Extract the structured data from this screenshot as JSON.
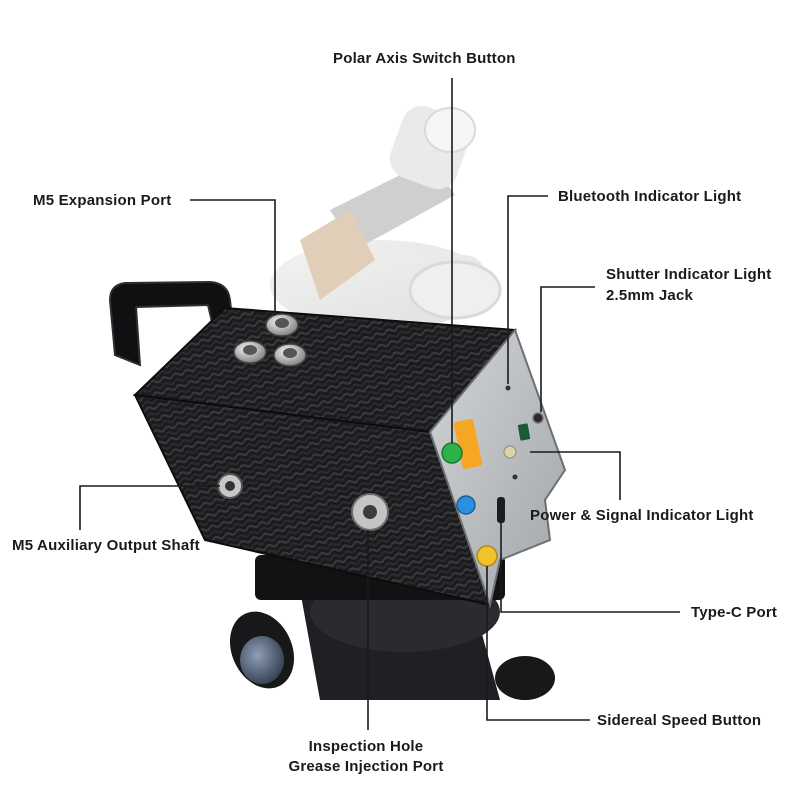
{
  "callouts": {
    "polar_axis_switch": "Polar Axis  Switch Button",
    "m5_expansion": "M5 Expansion Port",
    "bluetooth_light": "Bluetooth Indicator Light",
    "shutter_light": "Shutter Indicator Light",
    "jack": "2.5mm Jack",
    "m5_aux_shaft": "M5 Auxiliary Output Shaft",
    "power_signal_light": "Power & Signal Indicator Light",
    "type_c": "Type-C Port",
    "sidereal_button": "Sidereal Speed Button",
    "inspection_hole": "Inspection Hole",
    "grease_port": "Grease Injection Port"
  },
  "colors": {
    "polar_button": "#2bb34a",
    "speed_button_blue": "#2a8fe0",
    "sidereal_button": "#f2c12e",
    "orange_indicator": "#f5a623",
    "carbon_dark": "#1c1c1e",
    "faceplate": "#b9bcbe",
    "leader_line": "#1a1a1a"
  },
  "icons": {
    "device": "tracker-device-illustration",
    "tripod": "tripod-head-illustration"
  }
}
